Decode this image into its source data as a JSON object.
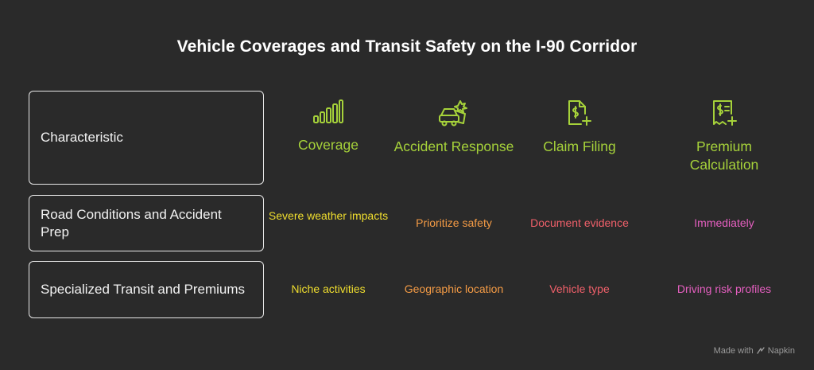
{
  "title": "Vehicle Coverages and Transit Safety on the I-90 Corridor",
  "row_headers": [
    "Characteristic",
    "Road Conditions and Accident Prep",
    "Specialized Transit and Premiums"
  ],
  "columns": [
    {
      "label": "Coverage",
      "icon": "signal-bars-icon"
    },
    {
      "label": "Accident Response",
      "icon": "car-accident-icon"
    },
    {
      "label": "Claim Filing",
      "icon": "document-dollar-plus-icon"
    },
    {
      "label": "Premium Calculation",
      "icon": "receipt-dollar-plus-icon"
    }
  ],
  "rows": [
    [
      "Severe weather impacts",
      "Prioritize safety",
      "Document evidence",
      "Immediately"
    ],
    [
      "Niche activities",
      "Geographic location",
      "Vehicle type",
      "Driving risk profiles"
    ]
  ],
  "colors": {
    "background": "#2a2a2a",
    "header_green": "#a6d23a",
    "col1": "#f0de2e",
    "col2": "#f49b45",
    "col3": "#f0606a",
    "col4": "#e55fc0"
  },
  "footer": {
    "made_with": "Made with",
    "brand": "Napkin"
  }
}
